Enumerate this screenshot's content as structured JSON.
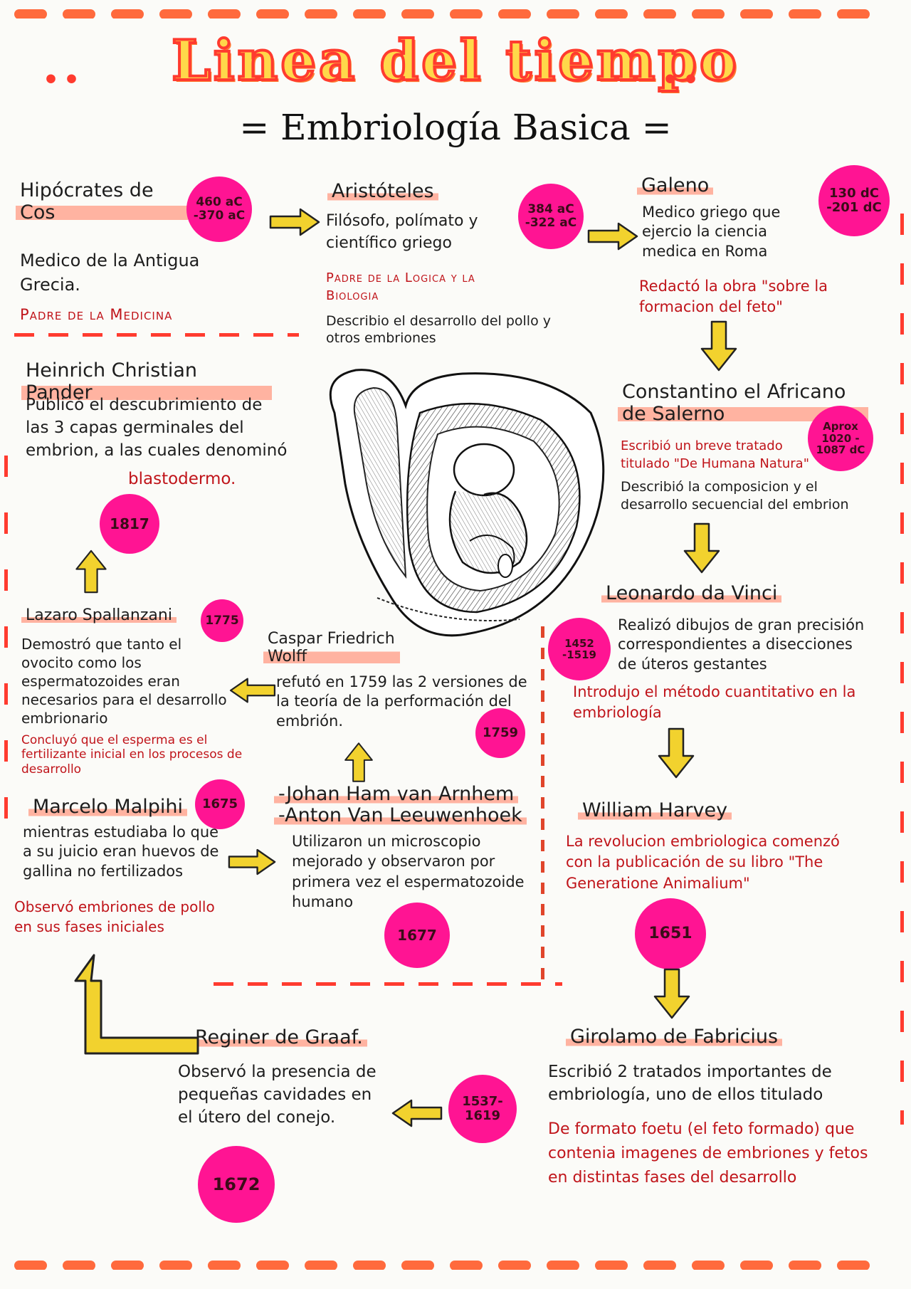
{
  "header": {
    "title": "Linea del tiempo",
    "title_dots_left": "••",
    "title_dots_right": "••",
    "subtitle": "= Embriología Basica ="
  },
  "colors": {
    "date_circle": "#ff1493",
    "name_highlight": "#ffb3a1",
    "accent_red": "#c0141a",
    "arrow_fill": "#f2d22e",
    "border_dash": "#ff6a3d"
  },
  "entries": {
    "hipocrates": {
      "name": "Hipócrates de Cos",
      "date": "460 aC -370 aC",
      "desc": "Medico de la Antigua Grecia.",
      "note": "Padre de la Medicina"
    },
    "aristoteles": {
      "name": "Aristóteles",
      "date": "384 aC -322 aC",
      "desc": "Filósofo, polímato y científico griego",
      "note": "Padre de la Logica y la Biologia",
      "desc2": "Describio el desarrollo del pollo y otros embriones"
    },
    "galeno": {
      "name": "Galeno",
      "date": "130 dC -201 dC",
      "desc": "Medico griego que ejercio la ciencia medica en Roma",
      "note": "Redactó la obra \"sobre la formacion del feto\""
    },
    "constantino": {
      "name": "Constantino el Africano de Salerno",
      "date": "Aprox 1020 - 1087 dC",
      "note": "Escribió un breve tratado titulado \"De Humana Natura\"",
      "desc": "Describió la composicion y el desarrollo secuencial del embrion"
    },
    "leonardo": {
      "name": "Leonardo da Vinci",
      "date": "1452 -1519",
      "desc": "Realizó dibujos de gran precisión correspondientes a disecciones de úteros gestantes",
      "note": "Introdujo el método cuantitativo en la embriología"
    },
    "harvey": {
      "name": "William Harvey",
      "date": "1651",
      "note": "La revolucion embriologica comenzó con la publicación de su libro \"The Generatione Animalium\""
    },
    "fabricius": {
      "name": "Girolamo de Fabricius",
      "date": "1537- 1619",
      "desc": "Escribió 2 tratados importantes de embriología, uno de ellos titulado",
      "note": "De formato foetu (el feto formado) que contenia imagenes de embriones y fetos en distintas fases del desarrollo"
    },
    "graaf": {
      "name": "Reginer de Graaf.",
      "date": "1672",
      "desc": "Observó la presencia de pequeñas cavidades en el útero del conejo."
    },
    "malpighi": {
      "name": "Marcelo Malpihi",
      "date": "1675",
      "desc": "mientras estudiaba lo que a su juicio eran huevos de gallina no fertilizados",
      "note": "Observó embriones de pollo en sus fases iniciales"
    },
    "hamm": {
      "name1": "-Johan Ham van Arnhem",
      "name2": "-Anton Van Leeuwenhoek",
      "date": "1677",
      "desc": "Utilizaron un microscopio mejorado y observaron por primera vez el espermatozoide humano"
    },
    "wolff": {
      "name": "Caspar Friedrich Wolff",
      "date": "1759",
      "desc": "refutó en 1759 las 2 versiones de la teoría de la performación del embrión."
    },
    "spallanzani": {
      "name": "Lazaro Spallanzani",
      "date": "1775",
      "desc": "Demostró que tanto el ovocito como los espermatozoides eran necesarios para el desarrollo embrionario",
      "note": "Concluyó que el esperma es el fertilizante inicial en los procesos de desarrollo"
    },
    "pander": {
      "name": "Heinrich Christian Pander",
      "date": "1817",
      "desc": "Publicó el descubrimiento de las 3 capas germinales del embrion, a las cuales denominó",
      "note": "blastodermo."
    }
  },
  "illustration": {
    "icon": "embryo-in-uterus-drawing"
  }
}
